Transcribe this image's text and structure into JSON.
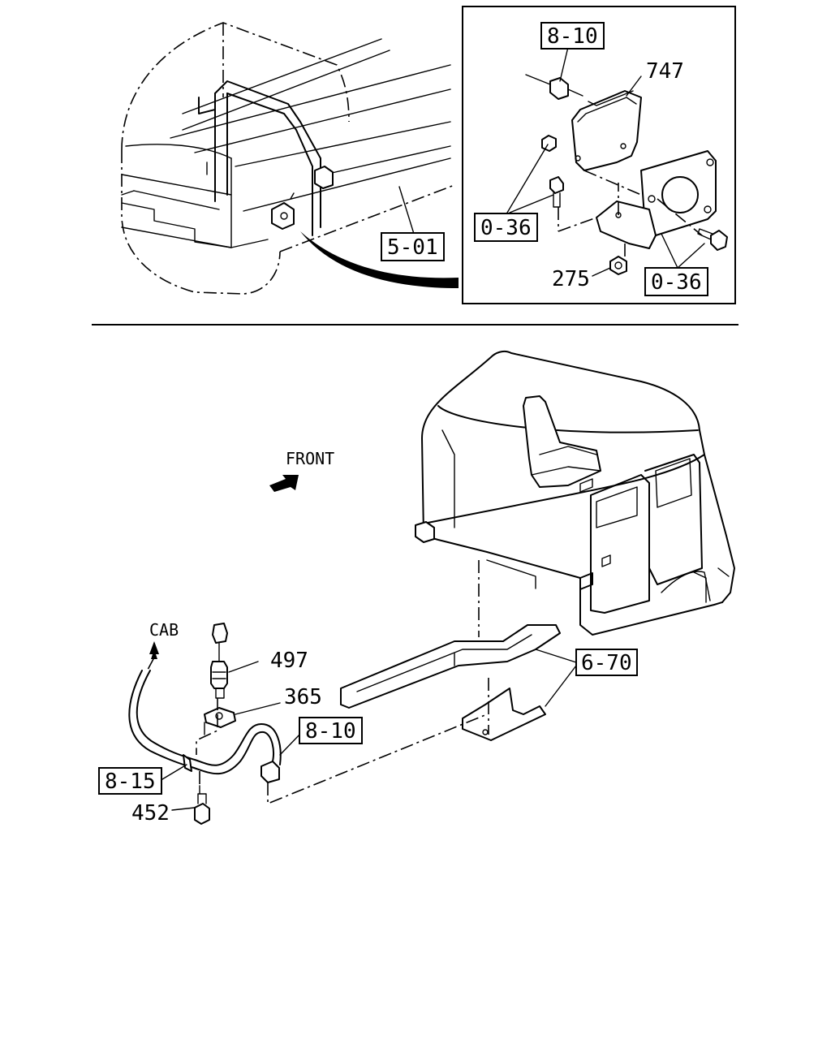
{
  "diagram": {
    "top_view": {
      "inset_labels": {
        "harness_ref": "8-10",
        "unit_part": "747",
        "bolt_ref_left": "0-36",
        "bolt_ref_right": "0-36",
        "nut_part": "275"
      },
      "body_ref": "5-01"
    },
    "bottom_view": {
      "direction_label": "FRONT",
      "cab_label": "CAB",
      "parts": {
        "sensor_part": "497",
        "bracket_part": "365",
        "bolt_part": "452"
      },
      "refs": {
        "frame_ref": "6-70",
        "connector_ref": "8-10",
        "harness_ref": "8-15"
      }
    }
  }
}
